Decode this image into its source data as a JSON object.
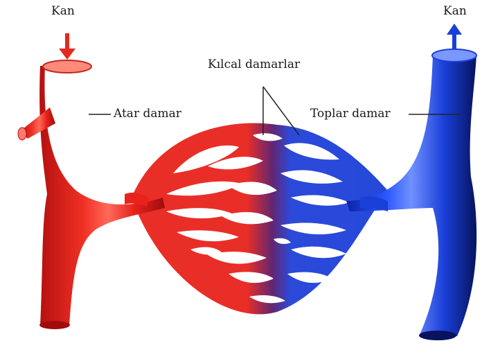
{
  "labels": {
    "blood_in": "Kan",
    "blood_out": "Kan",
    "capillaries": "Kılcal damarlar",
    "artery": "Atar damar",
    "vein": "Toplar damar"
  },
  "colors": {
    "artery": "#e8231c",
    "artery_dark": "#b01010",
    "vein": "#1a3fd8",
    "vein_dark": "#0a1a80",
    "transition": "#4a1a6a",
    "text": "#1a1a1a"
  }
}
